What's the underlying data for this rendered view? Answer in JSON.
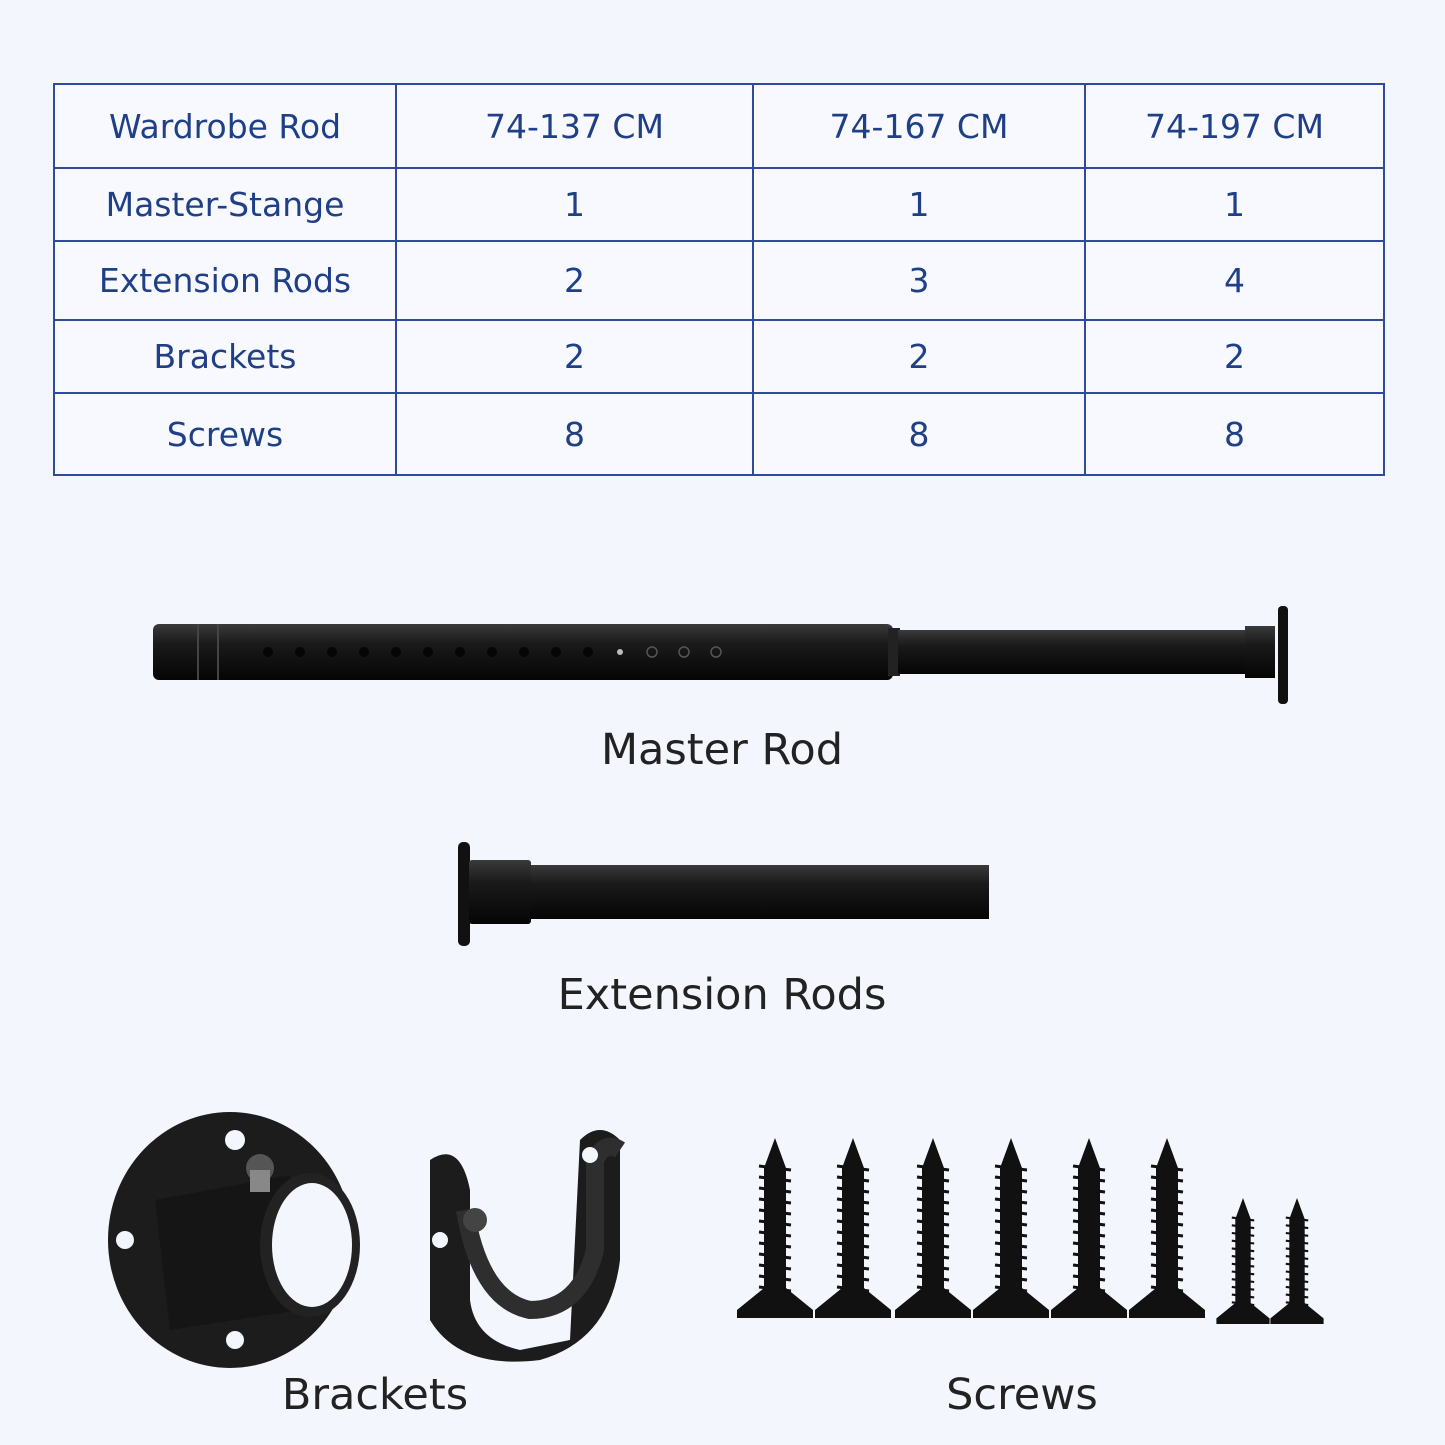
{
  "table": {
    "header": [
      "Wardrobe Rod",
      "74-137 CM",
      "74-167 CM",
      "74-197 CM"
    ],
    "rows": [
      [
        "Master-Stange",
        "1",
        "1",
        "1"
      ],
      [
        "Extension Rods",
        "2",
        "3",
        "4"
      ],
      [
        "Brackets",
        "2",
        "2",
        "2"
      ],
      [
        "Screws",
        "8",
        "8",
        "8"
      ]
    ]
  },
  "labels": {
    "master_rod": "Master Rod",
    "extension_rods": "Extension Rods",
    "brackets": "Brackets",
    "screws": "Screws"
  },
  "colors": {
    "background": "#f3f6fd",
    "table_border": "#2f4a9a",
    "table_text": "#1f3f86",
    "hardware": "#111111"
  }
}
